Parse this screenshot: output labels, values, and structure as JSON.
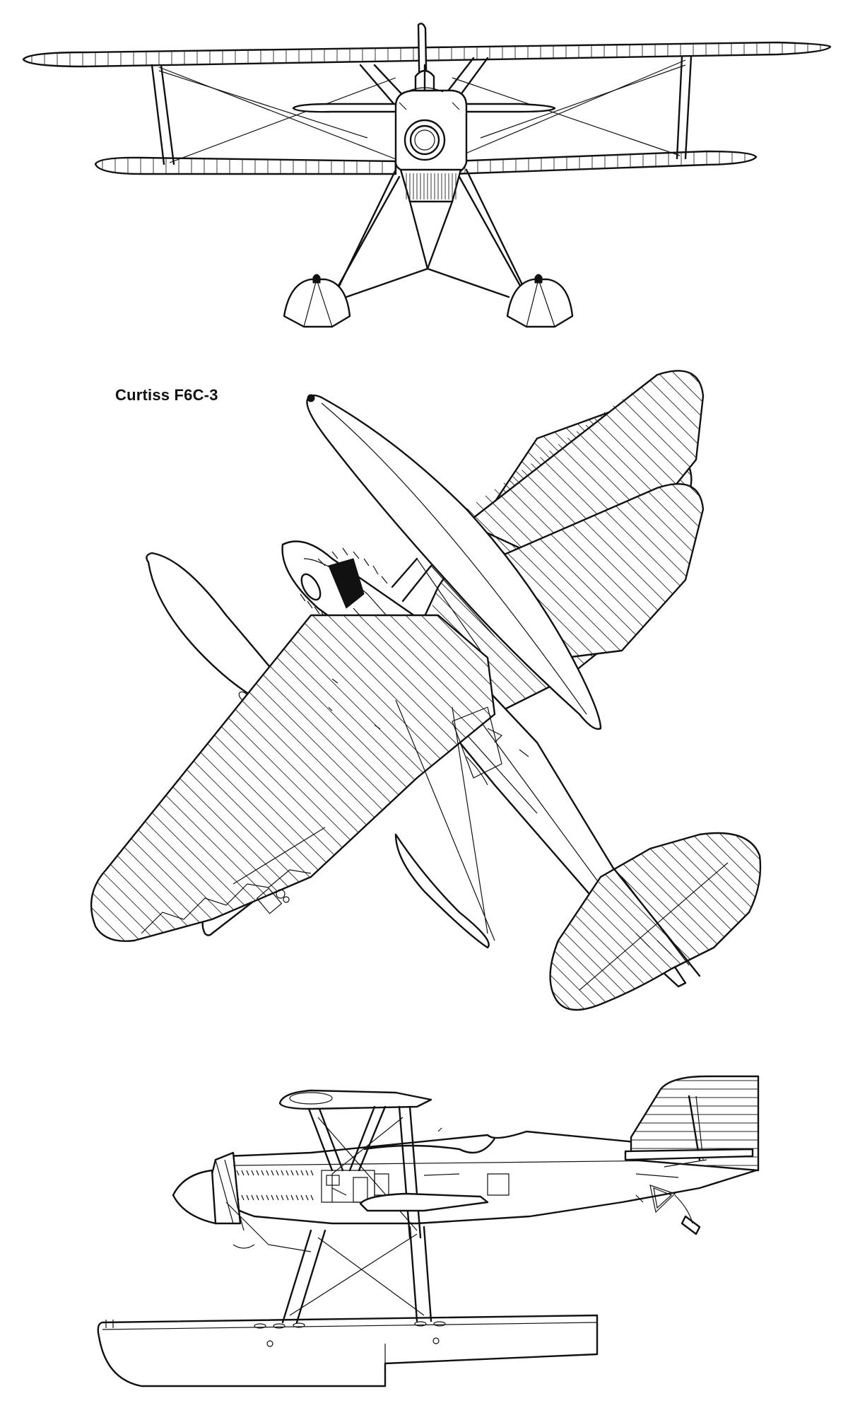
{
  "drawing": {
    "title": "Curtiss F6C-3",
    "background": "#ffffff",
    "ink": "#111111"
  },
  "views": [
    {
      "name": "front-view"
    },
    {
      "name": "top-view"
    },
    {
      "name": "side-view"
    }
  ]
}
